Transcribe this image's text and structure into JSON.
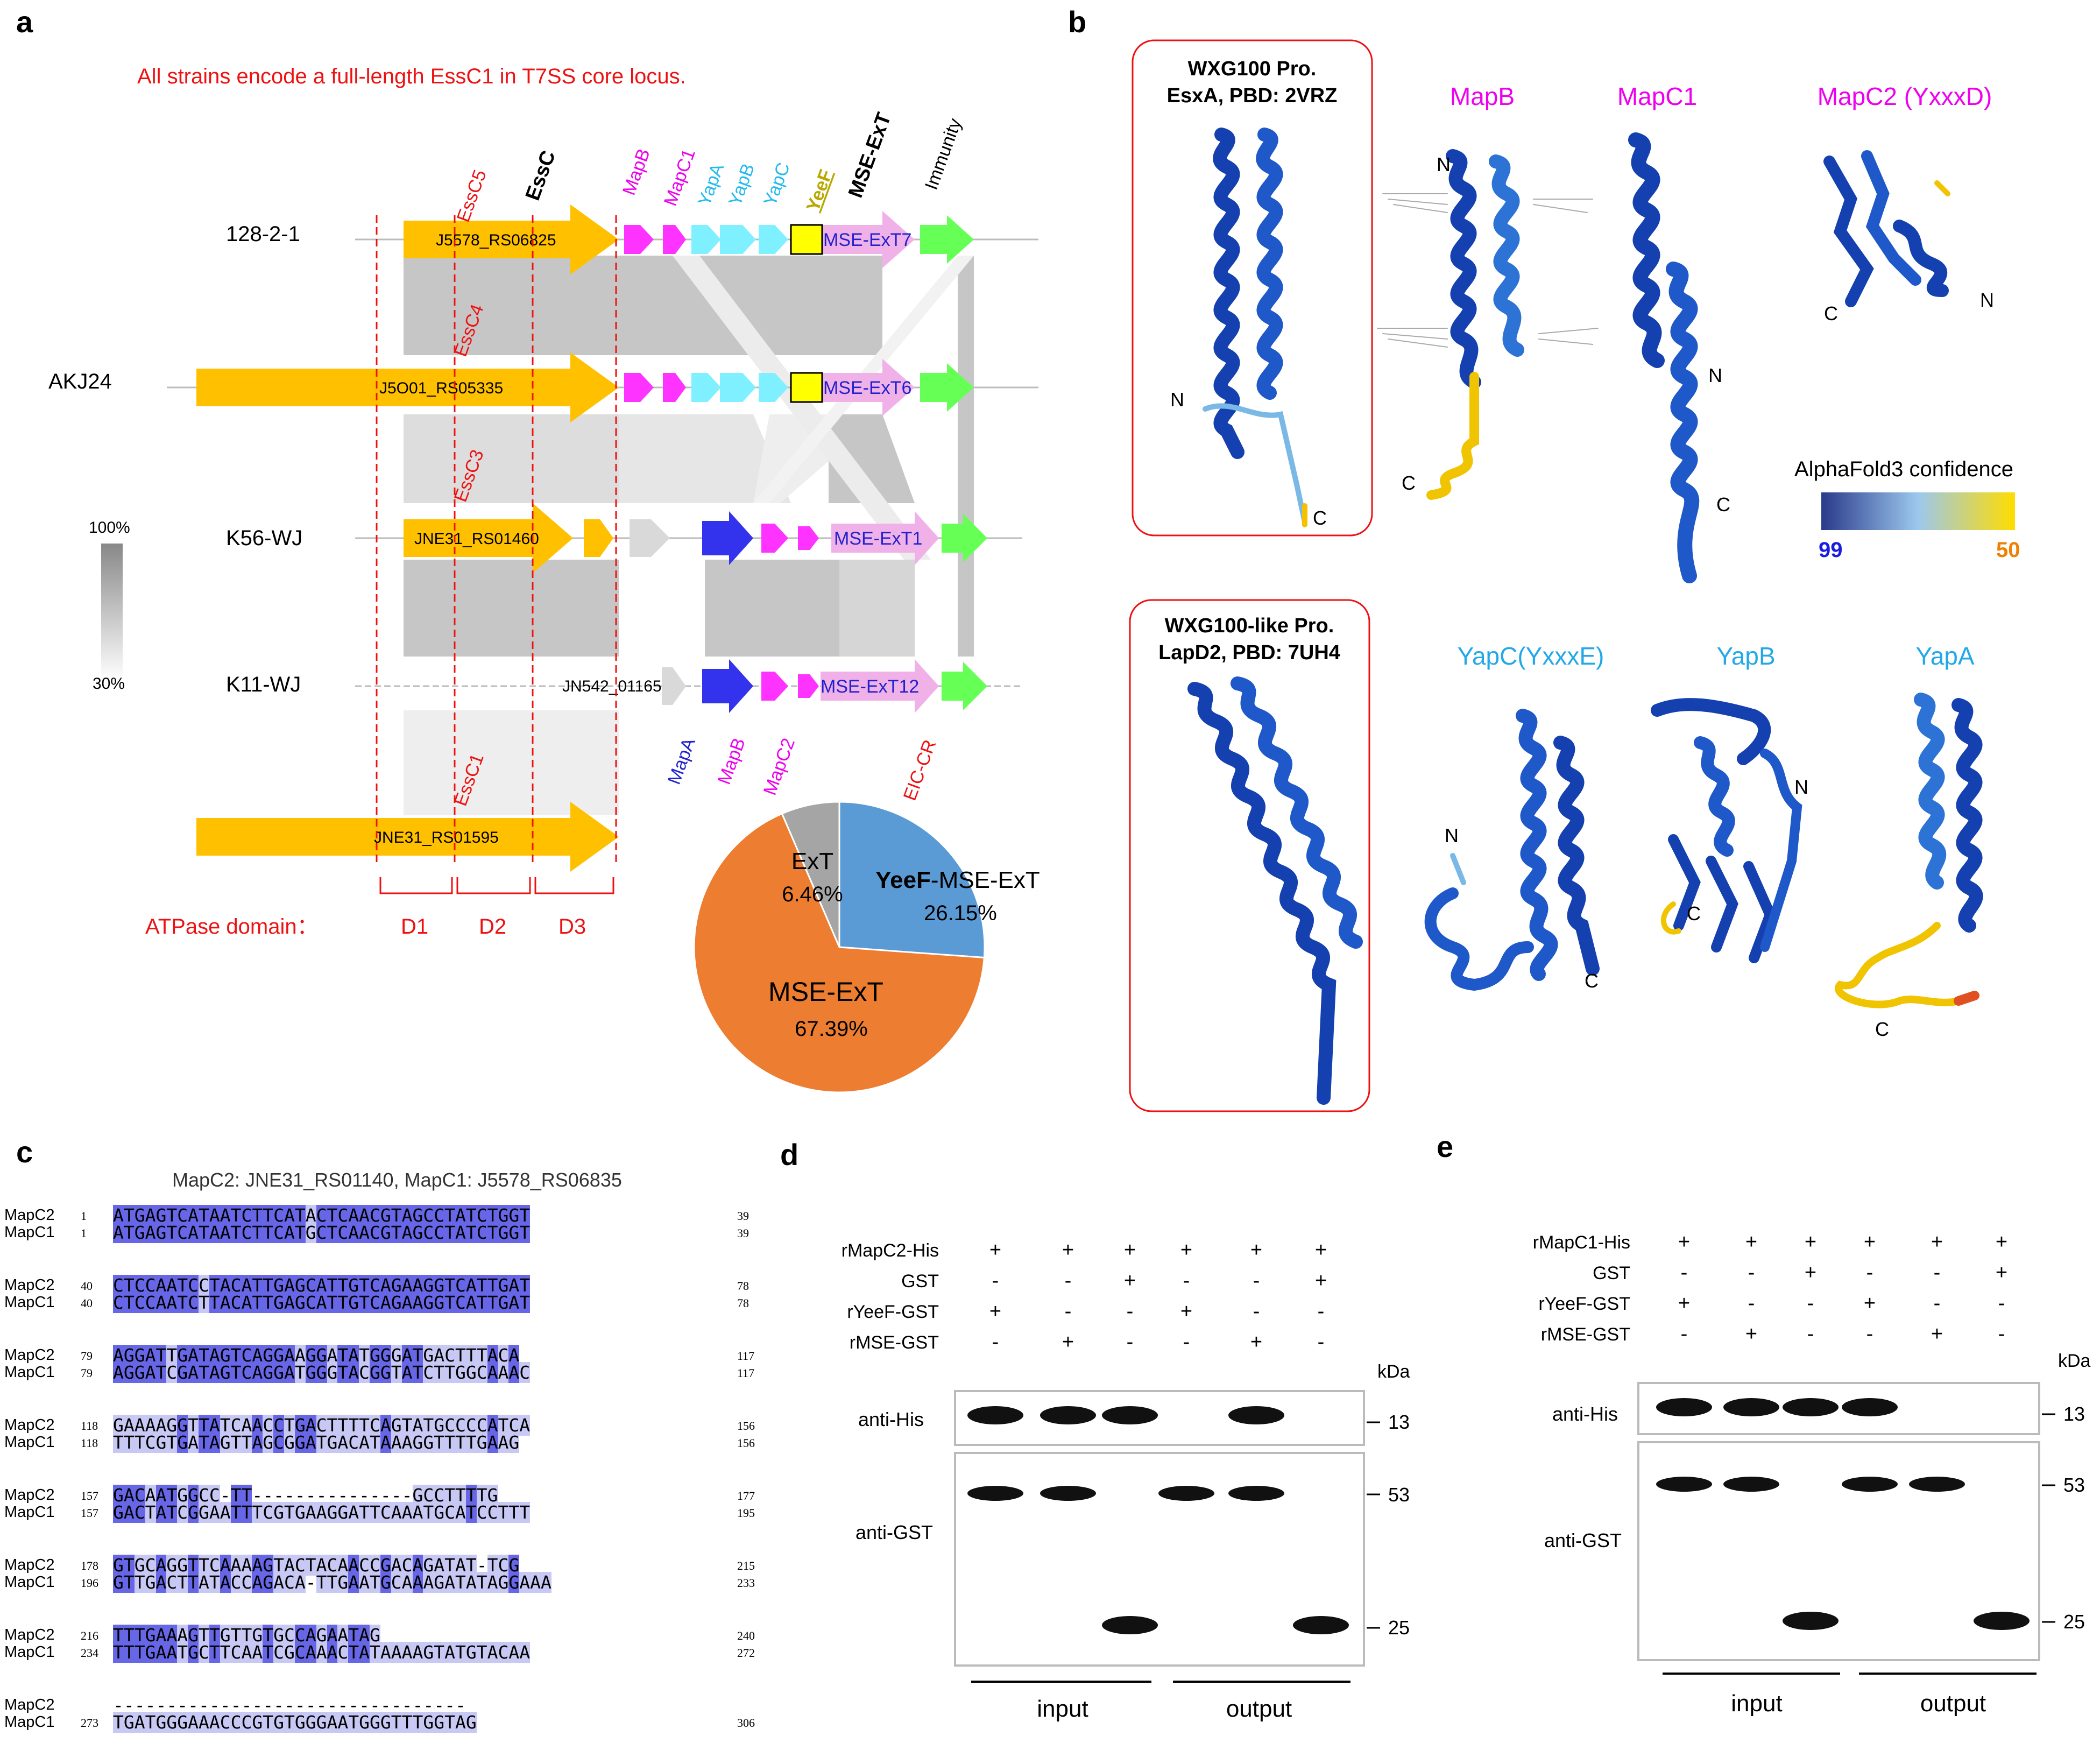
{
  "panel_labels": {
    "a": "a",
    "b": "b",
    "c": "c",
    "d": "d",
    "e": "e"
  },
  "panel_a": {
    "banner": "All strains encode a full-length EssC1 in T7SS core locus.",
    "strains": [
      "128-2-1",
      "AKJ24",
      "K56-WJ",
      "K11-WJ"
    ],
    "loci": {
      "s1": "J5578_RS06825",
      "s2": "J5O01_RS05335",
      "s3": "JNE31_RS01460",
      "s4": "JN542_01165",
      "essc1": "JNE31_RS01595"
    },
    "essc_labels": [
      "EssC5",
      "EssC4",
      "EssC3",
      "EssC1"
    ],
    "essc_title": "EssC",
    "top_genes": [
      "MapB",
      "MapC1",
      "YapA",
      "YapB",
      "YapC",
      "YeeF"
    ],
    "mse_title": "MSE-ExT",
    "immunity": "Immunity",
    "mse_labels": [
      "MSE-ExT7",
      "MSE-ExT6",
      "MSE-ExT1",
      "MSE-ExT12"
    ],
    "bottom_genes": [
      "MapA",
      "MapB",
      "MapC2"
    ],
    "eic": "EIC-CR",
    "scale": {
      "max": "100%",
      "min": "30%"
    },
    "atpase": "ATPase domain：",
    "domains": [
      "D1",
      "D2",
      "D3"
    ],
    "colors": {
      "essc": "#ffc000",
      "mapb": "#ff33ff",
      "yap": "#7ff0ff",
      "yeef": "#ffff00",
      "mse": "#f0b0e8",
      "immunity": "#66ff55",
      "mapa": "#3333ee",
      "gray": "#cccccc",
      "red": "#ee1111"
    },
    "pie": {
      "slices": [
        {
          "label_bold": "YeeF",
          "label_rest": "-MSE-ExT",
          "value": 26.15,
          "pct": "26.15%",
          "color": "#5b9bd5"
        },
        {
          "label_bold": "",
          "label_rest": "MSE-ExT",
          "value": 67.39,
          "pct": "67.39%",
          "color": "#ed7d31"
        },
        {
          "label_bold": "",
          "label_rest": "ExT",
          "value": 6.46,
          "pct": "6.46%",
          "color": "#a5a5a5"
        }
      ]
    }
  },
  "panel_b": {
    "box1": {
      "line1": "WXG100 Pro.",
      "line2": "EsxA, PBD: 2VRZ"
    },
    "box2": {
      "line1": "WXG100-like Pro.",
      "line2": "LapD2, PBD: 7UH4"
    },
    "titles_top": [
      "MapB",
      "MapC1",
      "MapC2 (YxxxD)"
    ],
    "titles_bottom": [
      "YapC(YxxxE)",
      "YapB",
      "YapA"
    ],
    "termini": {
      "n": "N",
      "c": "C"
    },
    "legend": {
      "title": "AlphaFold3 confidence",
      "high": "99",
      "low": "50"
    }
  },
  "panel_c": {
    "title": "MapC2: JNE31_RS01140, MapC1: J5578_RS06835",
    "names": [
      "MapC2",
      "MapC1"
    ],
    "blocks": [
      {
        "s1": "1",
        "e1": "39",
        "q1": "ATGAGTCATAATCTTCATACTCAACGTAGCCTATCTGGT",
        "s2": "1",
        "e2": "39",
        "q2": "ATGAGTCATAATCTTCATGCTCAACGTAGCCTATCTGGT"
      },
      {
        "s1": "40",
        "e1": "78",
        "q1": "CTCCAATCCTACATTGAGCATTGTCAGAAGGTCATTGAT",
        "s2": "40",
        "e2": "78",
        "q2": "CTCCAATCTTACATTGAGCATTGTCAGAAGGTCATTGAT"
      },
      {
        "s1": "79",
        "e1": "117",
        "q1": "AGGATTGATAGTCAGGAAGGATATGGGATGACTTTACA",
        "s2": "79",
        "e2": "117",
        "q2": "AGGATCGATAGTCAGGATGGGTACGGTATCTTGGCAAAC"
      },
      {
        "s1": "118",
        "e1": "156",
        "q1": "GAAAAGGTTATCAACCTGACTTTTCAGTATGCCCCATCA",
        "s2": "118",
        "e2": "156",
        "q2": "TTTCGTGATAGTTAGCGGATGACATAAAGGTTTTGAAG"
      },
      {
        "s1": "157",
        "e1": "177",
        "q1": "GACAATGGCC-TT---------------GCCTTTTG",
        "s2": "157",
        "e2": "195",
        "q2": "GACTATCGGAATTTCGTGAAGGATTCAAATGCATCCTTT"
      },
      {
        "s1": "178",
        "e1": "215",
        "q1": "GTGCAGGTTCAAAAGTACTACAACCGACAGATAT-TCG",
        "s2": "196",
        "e2": "233",
        "q2": "GTTGACTTATACCAGACA-TTGAATGCAAAGATATAGGAAA"
      },
      {
        "s1": "216",
        "e1": "240",
        "q1": "TTTGAAAGTTGTTGTGCCAGAATAG",
        "s2": "234",
        "e2": "272",
        "q2": "TTTGAATGCTTCAATCGCAAACTATAAAAGTATGTACAA"
      },
      {
        "s1": "",
        "e1": "",
        "q1": "---------------------------------",
        "s2": "273",
        "e2": "306",
        "q2": "TGATGGGAAACCCGTGTGGGAATGGGTTTGGTAG"
      }
    ]
  },
  "panel_d": {
    "rows": [
      {
        "label": "rMapC2-His",
        "signs": [
          "+",
          "+",
          "+",
          "+",
          "+",
          "+"
        ]
      },
      {
        "label": "GST",
        "signs": [
          "-",
          "-",
          "+",
          "-",
          "-",
          "+"
        ]
      },
      {
        "label": "rYeeF-GST",
        "signs": [
          "+",
          "-",
          "-",
          "+",
          "-",
          "-"
        ]
      },
      {
        "label": "rMSE-GST",
        "signs": [
          "-",
          "+",
          "-",
          "-",
          "+",
          "-"
        ]
      }
    ],
    "kda": "kDa",
    "blot_labels": [
      "anti-His",
      "anti-GST"
    ],
    "markers": [
      "13",
      "53",
      "25"
    ],
    "groups": [
      "input",
      "output"
    ]
  },
  "panel_e": {
    "rows": [
      {
        "label": "rMapC1-His",
        "signs": [
          "+",
          "+",
          "+",
          "+",
          "+",
          "+"
        ]
      },
      {
        "label": "GST",
        "signs": [
          "-",
          "-",
          "+",
          "-",
          "-",
          "+"
        ]
      },
      {
        "label": "rYeeF-GST",
        "signs": [
          "+",
          "-",
          "-",
          "+",
          "-",
          "-"
        ]
      },
      {
        "label": "rMSE-GST",
        "signs": [
          "-",
          "+",
          "-",
          "-",
          "+",
          "-"
        ]
      }
    ],
    "kda": "kDa",
    "blot_labels": [
      "anti-His",
      "anti-GST"
    ],
    "markers": [
      "13",
      "53",
      "25"
    ],
    "groups": [
      "input",
      "output"
    ]
  }
}
